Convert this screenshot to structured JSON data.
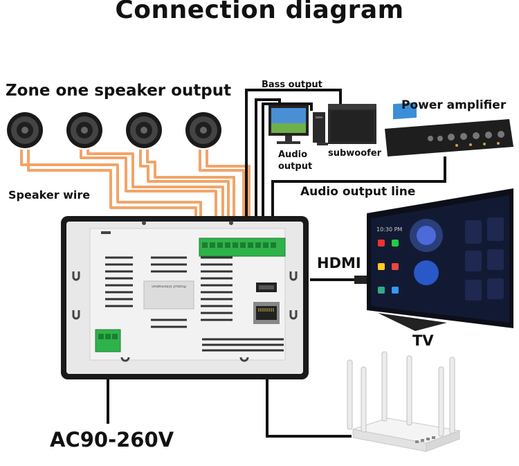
{
  "title": "Connection diagram",
  "labels": {
    "zone": "Zone one speaker output",
    "speaker_wire": "Speaker wire",
    "bass_output": "Bass output",
    "power_amplifier": "Power amplifier",
    "audio_output_line1": "Audio",
    "audio_output_line2": "output",
    "subwoofer": "subwoofer",
    "audio_output_line": "Audio output line",
    "hdmi": "HDMI",
    "tv": "TV",
    "ac_input": "AC90-260V"
  },
  "device": {
    "product_info": "Product Information"
  },
  "tv_screen": {
    "clock": "10:30 PM"
  },
  "colors": {
    "speaker_wire": "#f2a469",
    "cable": "#111111",
    "terminal_green": "#2eb34a",
    "panel_bg": "#eeeeee",
    "panel_frame": "#1a1a1a"
  },
  "icons": [
    "speaker-icon",
    "computer-icon",
    "subwoofer-icon",
    "amplifier-icon",
    "tv-icon",
    "router-icon"
  ]
}
